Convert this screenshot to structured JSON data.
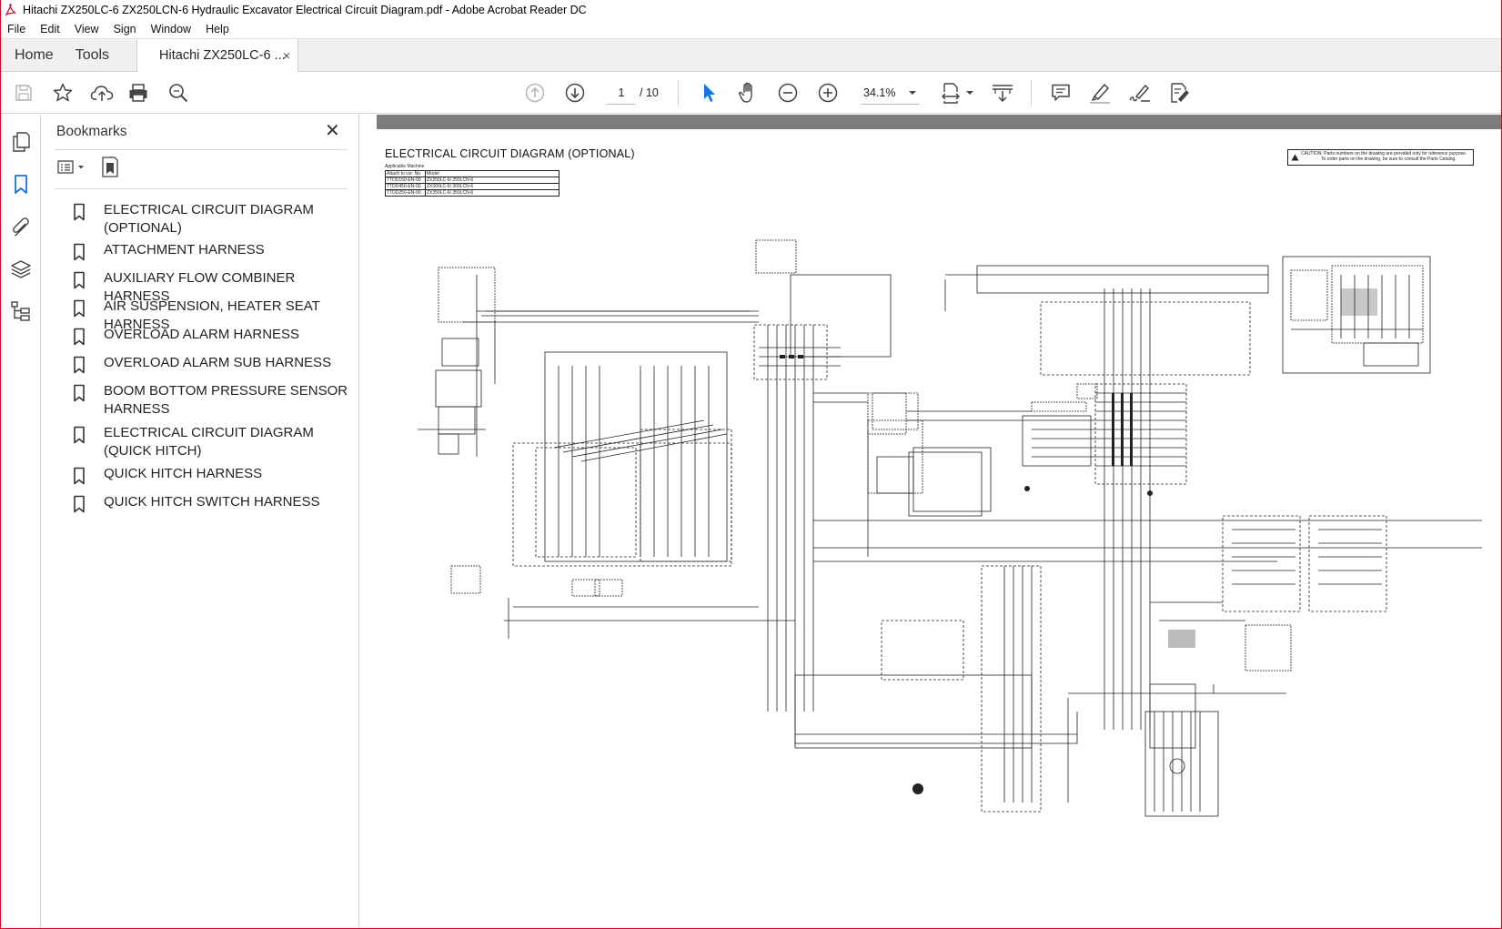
{
  "window": {
    "title": "Hitachi ZX250LC-6 ZX250LCN-6 Hydraulic Excavator Electrical Circuit Diagram.pdf - Adobe Acrobat Reader DC",
    "accent_color": "#c8102e"
  },
  "menu": [
    "File",
    "Edit",
    "View",
    "Sign",
    "Window",
    "Help"
  ],
  "tabs": {
    "home": "Home",
    "tools": "Tools",
    "document": "Hitachi ZX250LC-6 ...",
    "close_glyph": "×"
  },
  "toolbar": {
    "current_page": "1",
    "total_pages": "/ 10",
    "zoom": "34.1%",
    "icons": [
      "save-icon",
      "star-icon",
      "upload-icon",
      "print-icon",
      "search-zoom-icon",
      "prev-page-icon",
      "next-page-icon",
      "select-cursor-icon",
      "hand-icon",
      "zoom-out-icon",
      "zoom-in-icon",
      "fit-page-icon",
      "scroll-mode-icon",
      "comment-icon",
      "highlight-icon",
      "sign-icon",
      "fill-sign-icon"
    ],
    "select_color": "#1473e6"
  },
  "rail": {
    "icons": [
      "pages-icon",
      "bookmark-icon",
      "attachment-icon",
      "layers-icon",
      "structure-icon"
    ],
    "active": "bookmark-icon"
  },
  "bookmarks": {
    "title": "Bookmarks",
    "close_glyph": "✕",
    "items": [
      "ELECTRICAL CIRCUIT DIAGRAM (OPTIONAL)",
      "ATTACHMENT HARNESS",
      "AUXILIARY FLOW COMBINER HARNESS",
      "AIR SUSPENSION, HEATER SEAT HARNESS",
      "OVERLOAD ALARM HARNESS",
      "OVERLOAD ALARM SUB HARNESS",
      "BOOM BOTTOM PRESSURE SENSOR HARNESS",
      "ELECTRICAL CIRCUIT DIAGRAM (QUICK HITCH)",
      "QUICK HITCH HARNESS",
      "QUICK HITCH SWITCH HARNESS"
    ]
  },
  "document": {
    "heading": "ELECTRICAL CIRCUIT DIAGRAM (OPTIONAL)",
    "applicable_label": "Applicable Machine",
    "table_headers": [
      "Attach to cor. No.",
      "Model"
    ],
    "table_rows": [
      [
        "TTDD150-EN-00",
        "ZX250LC-6/ 250LCN-6"
      ],
      [
        "TTDD450-EN-00",
        "ZX300LC-6/ 300LCN-6"
      ],
      [
        "TTDD250-EN-00",
        "ZX350LC-6/ 350LCN-6"
      ]
    ],
    "caution_line1": "CAUTION: Parts numbers on the drawing are provided only for reference purpose.",
    "caution_line2": "To order parts on the drawing, be sure to consult the Parts Catalog."
  }
}
